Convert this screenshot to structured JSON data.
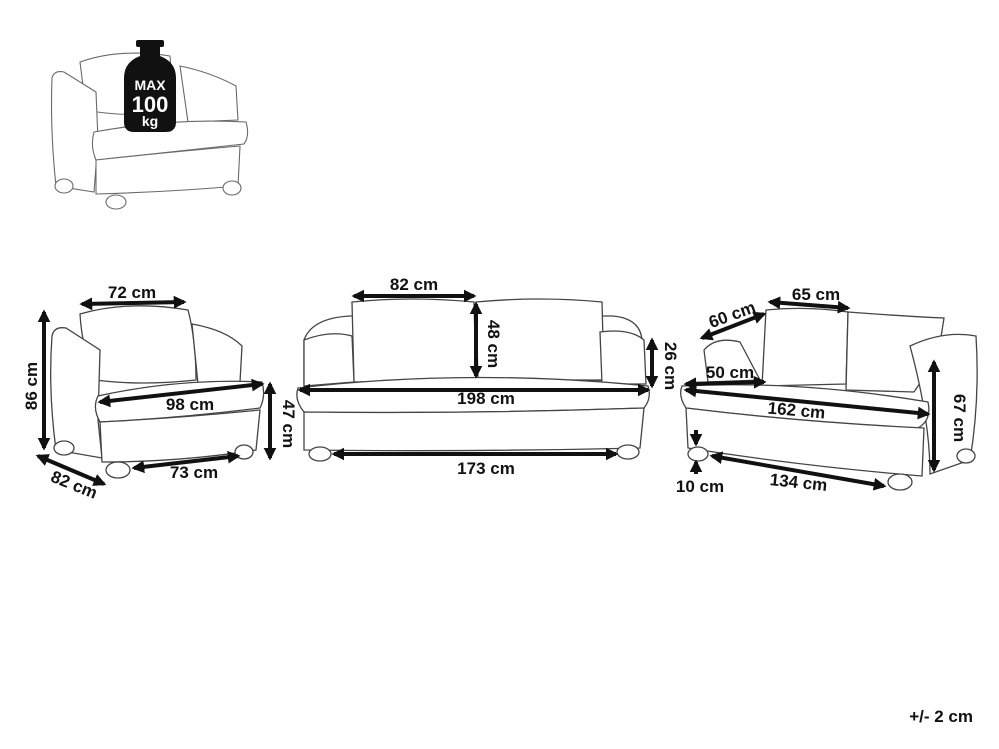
{
  "colors": {
    "outline": "#444444",
    "arrow": "#111111",
    "badge_fill": "#111111",
    "badge_text": "#ffffff"
  },
  "badge": {
    "line1": "MAX",
    "line2": "100",
    "line3": "kg"
  },
  "armchair": {
    "top_width": "72 cm",
    "height": "86 cm",
    "depth": "82 cm",
    "seat_width": "98 cm",
    "inner_width": "73 cm",
    "seat_height": "47 cm"
  },
  "sofa3": {
    "cushion_width": "82 cm",
    "back_height": "48 cm",
    "arm_height": "26 cm",
    "total_width": "198 cm",
    "inner_width": "173 cm"
  },
  "sofa2": {
    "cushion_width": "65 cm",
    "arm_depth": "60 cm",
    "seat_depth": "50 cm",
    "total_width": "162 cm",
    "height": "67 cm",
    "leg_height": "10 cm",
    "inner_width": "134 cm"
  },
  "tolerance": "+/- 2 cm"
}
